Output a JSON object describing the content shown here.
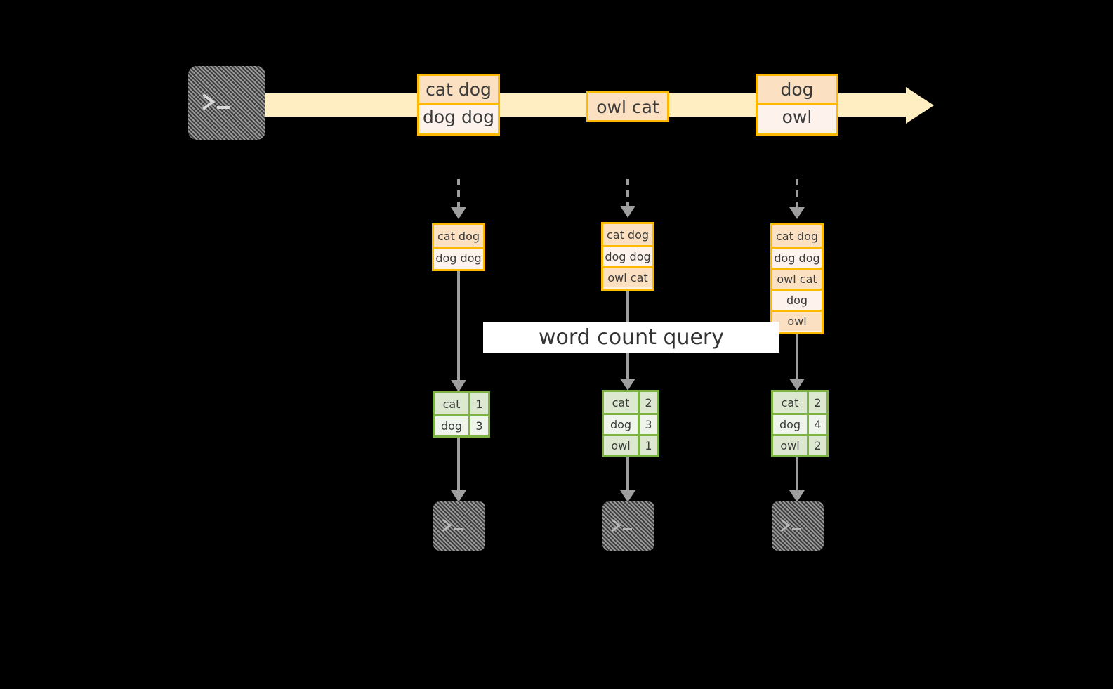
{
  "diagram": {
    "title_label": "word count query",
    "colors": {
      "background": "#000000",
      "stream_band": "#ffeec2",
      "record_border": "#ffb900",
      "record_fill_alt": "#fce0c2",
      "record_fill_base": "#fdf3ec",
      "table_border": "#7cb342",
      "table_fill_alt": "#dde8d1",
      "table_fill_base": "#f0f5ec",
      "connector": "#9e9e9e",
      "terminal_fill": "#727272",
      "label_background": "#ffffff"
    },
    "source": {
      "icon": "terminal-icon",
      "prompt": ">_"
    },
    "stream": {
      "icon": "right-arrow-icon",
      "events": [
        {
          "lines": [
            "cat dog",
            "dog dog"
          ]
        },
        {
          "lines": [
            "owl cat"
          ]
        },
        {
          "lines": [
            "dog",
            "owl"
          ]
        }
      ]
    },
    "snapshots": [
      {
        "name": "snapshot-1",
        "lines": [
          "cat dog",
          "dog dog"
        ],
        "result": {
          "rows": [
            {
              "word": "cat",
              "count": "1"
            },
            {
              "word": "dog",
              "count": "3"
            }
          ]
        },
        "sink": {
          "icon": "terminal-icon",
          "prompt": ">_"
        }
      },
      {
        "name": "snapshot-2",
        "lines": [
          "cat dog",
          "dog dog",
          "owl cat"
        ],
        "result": {
          "rows": [
            {
              "word": "cat",
              "count": "2"
            },
            {
              "word": "dog",
              "count": "3"
            },
            {
              "word": "owl",
              "count": "1"
            }
          ]
        },
        "sink": {
          "icon": "terminal-icon",
          "prompt": ">_"
        }
      },
      {
        "name": "snapshot-3",
        "lines": [
          "cat dog",
          "dog dog",
          "owl cat",
          "dog",
          "owl"
        ],
        "result": {
          "rows": [
            {
              "word": "cat",
              "count": "2"
            },
            {
              "word": "dog",
              "count": "4"
            },
            {
              "word": "owl",
              "count": "2"
            }
          ]
        },
        "sink": {
          "icon": "terminal-icon",
          "prompt": ">_"
        }
      }
    ]
  }
}
